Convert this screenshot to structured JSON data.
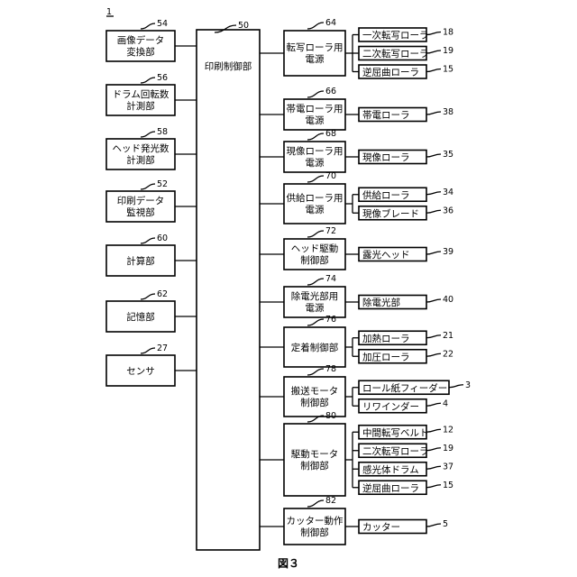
{
  "figure_ref": "1",
  "figure_caption": "図３",
  "center": {
    "ref": "50",
    "label": "印刷制御部"
  },
  "left_blocks": [
    {
      "ref": "54",
      "lines": [
        "画像データ",
        "変換部"
      ]
    },
    {
      "ref": "56",
      "lines": [
        "ドラム回転数",
        "計測部"
      ]
    },
    {
      "ref": "58",
      "lines": [
        "ヘッド発光数",
        "計測部"
      ]
    },
    {
      "ref": "52",
      "lines": [
        "印刷データ",
        "監視部"
      ]
    },
    {
      "ref": "60",
      "lines": [
        "計算部"
      ]
    },
    {
      "ref": "62",
      "lines": [
        "記憶部"
      ]
    },
    {
      "ref": "27",
      "lines": [
        "センサ"
      ]
    }
  ],
  "right_blocks": [
    {
      "ref": "64",
      "lines": [
        "転写ローラ用",
        "電源"
      ],
      "children": [
        {
          "label": "一次転写ローラ",
          "ref": "18"
        },
        {
          "label": "二次転写ローラ",
          "ref": "19"
        },
        {
          "label": "逆屈曲ローラ",
          "ref": "15"
        }
      ]
    },
    {
      "ref": "66",
      "lines": [
        "帯電ローラ用",
        "電源"
      ],
      "children": [
        {
          "label": "帯電ローラ",
          "ref": "38"
        }
      ]
    },
    {
      "ref": "68",
      "lines": [
        "現像ローラ用",
        "電源"
      ],
      "children": [
        {
          "label": "現像ローラ",
          "ref": "35"
        }
      ]
    },
    {
      "ref": "70",
      "lines": [
        "供給ローラ用",
        "電源"
      ],
      "children": [
        {
          "label": "供給ローラ",
          "ref": "34"
        },
        {
          "label": "現像ブレード",
          "ref": "36"
        }
      ]
    },
    {
      "ref": "72",
      "lines": [
        "ヘッド駆動",
        "制御部"
      ],
      "children": [
        {
          "label": "露光ヘッド",
          "ref": "39"
        }
      ]
    },
    {
      "ref": "74",
      "lines": [
        "除電光部用",
        "電源"
      ],
      "children": [
        {
          "label": "除電光部",
          "ref": "40"
        }
      ]
    },
    {
      "ref": "76",
      "lines": [
        "定着制御部"
      ],
      "children": [
        {
          "label": "加熱ローラ",
          "ref": "21"
        },
        {
          "label": "加圧ローラ",
          "ref": "22"
        }
      ]
    },
    {
      "ref": "78",
      "lines": [
        "搬送モータ",
        "制御部"
      ],
      "children": [
        {
          "label": "ロール紙フィーダー",
          "ref": "3"
        },
        {
          "label": "リワインダー",
          "ref": "4"
        }
      ]
    },
    {
      "ref": "80",
      "lines": [
        "駆動モータ",
        "制御部"
      ],
      "children": [
        {
          "label": "中間転写ベルト",
          "ref": "12"
        },
        {
          "label": "二次転写ローラ",
          "ref": "19"
        },
        {
          "label": "感光体ドラム",
          "ref": "37"
        },
        {
          "label": "逆屈曲ローラ",
          "ref": "15"
        }
      ]
    },
    {
      "ref": "82",
      "lines": [
        "カッター動作",
        "制御部"
      ],
      "children": [
        {
          "label": "カッター",
          "ref": "5"
        }
      ]
    }
  ]
}
